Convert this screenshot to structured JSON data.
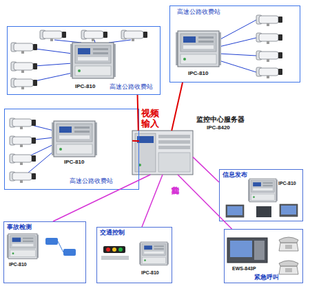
{
  "diagram": {
    "nodes": [
      {
        "text": [
          "IPC-810",
          "高速公路收费站"
        ]
      },
      {
        "text": [
          "高速公路收费站",
          "IPC-810"
        ]
      },
      {
        "text": [
          "监控中心服务器",
          "IPC-8420"
        ]
      },
      {
        "text": [
          "IPC-810",
          "高速公路收费站"
        ]
      },
      {
        "text": [
          "信息发布",
          "IPC-810"
        ]
      },
      {
        "text": [
          "事故检测",
          "IPC-810"
        ]
      },
      {
        "text": [
          "交通控制",
          "IPC-810"
        ]
      },
      {
        "text": [
          "EWS-843P",
          "紧急呼叫"
        ]
      }
    ],
    "edges": [
      {
        "from": 0,
        "to": 2,
        "arrow": "none"
      },
      {
        "from": 1,
        "to": 2,
        "arrow": "none"
      },
      {
        "from": 3,
        "to": 2,
        "arrow": "none"
      },
      {
        "from": 2,
        "to": 4,
        "arrow": "none"
      },
      {
        "from": 2,
        "to": 5,
        "arrow": "none"
      },
      {
        "from": 2,
        "to": 6,
        "arrow": "none"
      },
      {
        "from": 2,
        "to": 7,
        "arrow": "none"
      }
    ],
    "labels": [
      "视频输入",
      "其它功能"
    ]
  }
}
